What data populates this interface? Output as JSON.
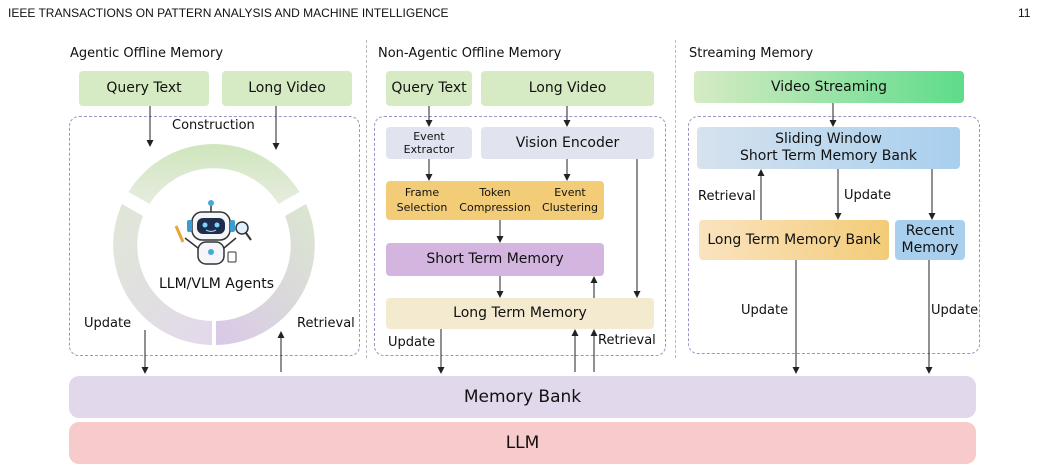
{
  "header": {
    "journal": "IEEE TRANSACTIONS ON PATTERN ANALYSIS AND MACHINE INTELLIGENCE",
    "page_number": "11"
  },
  "agentic": {
    "title": "Agentic Offline Memory",
    "query_text": "Query Text",
    "long_video": "Long Video",
    "construction": "Construction",
    "agent_label": "LLM/VLM Agents",
    "update": "Update",
    "retrieval": "Retrieval"
  },
  "non_agentic": {
    "title": "Non-Agentic Offline Memory",
    "query_text": "Query Text",
    "long_video": "Long Video",
    "event_extractor": "Event Extractor",
    "vision_encoder": "Vision Encoder",
    "frame_selection": "Frame Selection",
    "token_compression": "Token Compression",
    "event_clustering": "Event Clustering",
    "short_term_memory": "Short Term Memory",
    "long_term_memory": "Long Term Memory",
    "update": "Update",
    "retrieval": "Retrieval"
  },
  "streaming": {
    "title": "Streaming Memory",
    "video_streaming": "Video Streaming",
    "sliding_window_line1": "Sliding Window",
    "sliding_window_line2": "Short Term Memory Bank",
    "retrieval": "Retrieval",
    "update_mid": "Update",
    "long_term_bank": "Long Term Memory Bank",
    "recent_memory": "Recent Memory",
    "update_left": "Update",
    "update_right": "Update"
  },
  "bottom": {
    "memory_bank": "Memory Bank",
    "llm": "LLM"
  },
  "colors": {
    "green": "#d6ebc4",
    "stream_start": "#d6ebc4",
    "stream_end": "#5edc8a",
    "gray_box": "#e1e4ee",
    "orange": "#f3cc78",
    "purple": "#d3b5e0",
    "cream": "#f3ead0",
    "blue": "#a8cfee",
    "memory_bank": "#e2d8ec",
    "llm": "#f7cbcb"
  }
}
